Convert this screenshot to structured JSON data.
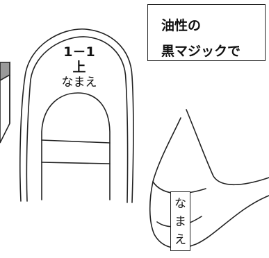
{
  "note": {
    "line1": "油性の",
    "line2": "黒マジックで"
  },
  "front_shoe": {
    "number": "1－1",
    "direction": "上",
    "name": "なまえ"
  },
  "side_tag": {
    "name": "なまえ"
  }
}
